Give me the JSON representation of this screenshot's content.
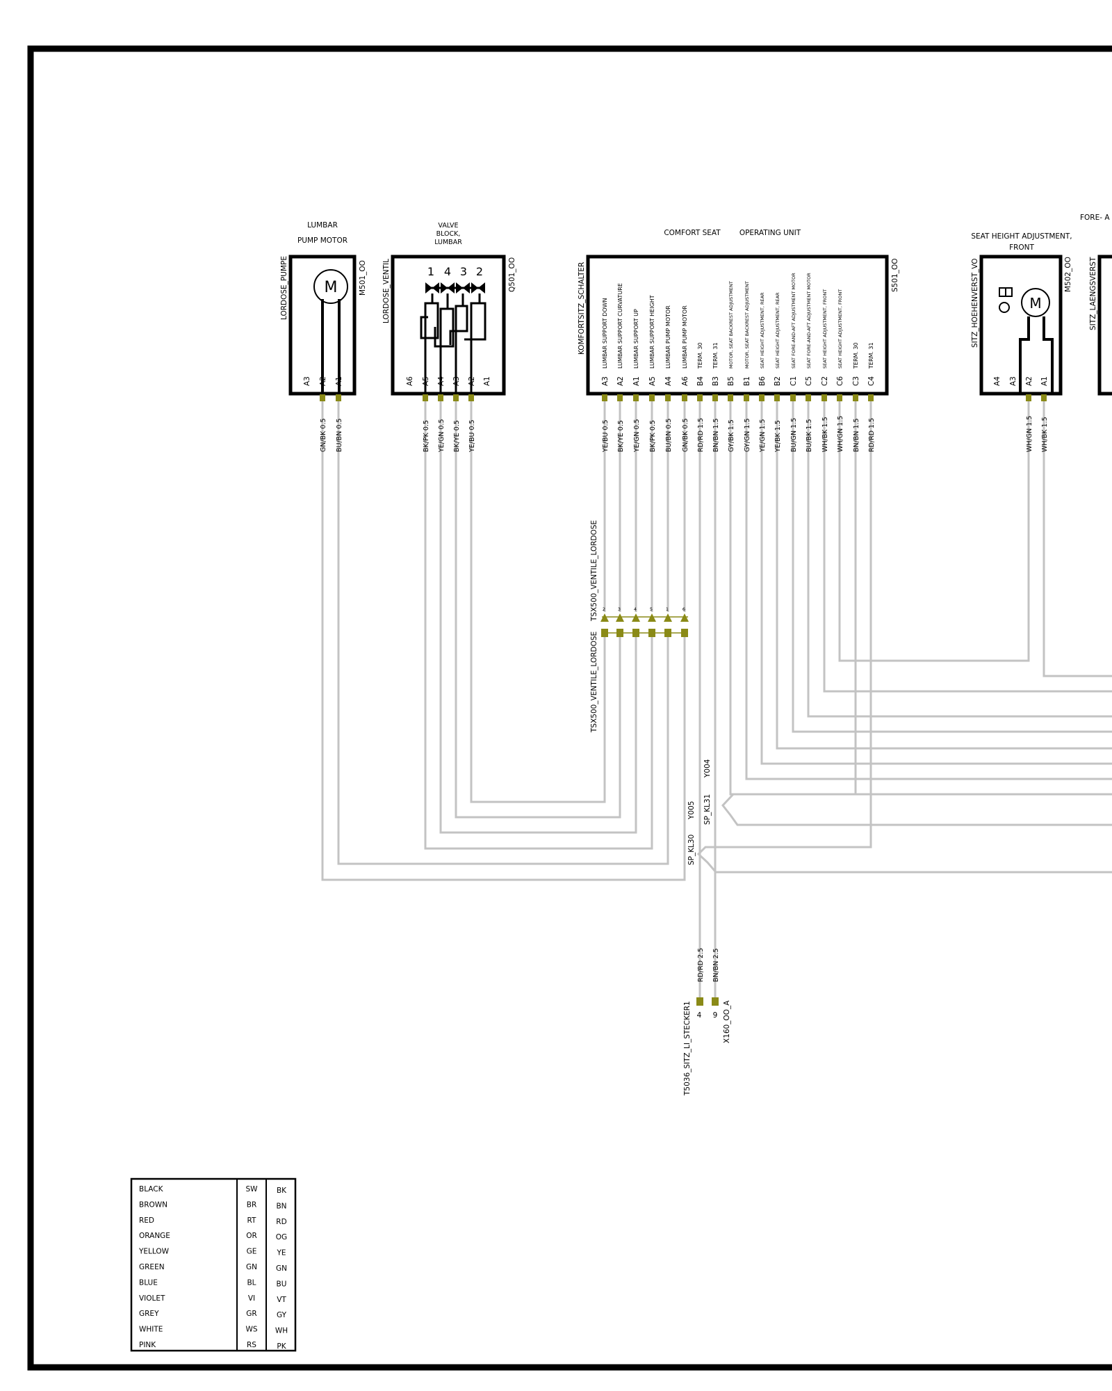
{
  "components": {
    "pump": {
      "title1": "LUMBAR",
      "title2": "PUMP MOTOR",
      "side_label": "LORDOSE_PUMPE",
      "ref": "M501_OO",
      "motor_symbol": "M",
      "pins": [
        "A3",
        "A2",
        "A1"
      ]
    },
    "valve": {
      "title1": "VALVE",
      "title2": "BLOCK,",
      "title3": "LUMBAR",
      "side_label": "LORDOSE_VENTIL",
      "ref": "Q501_OO",
      "valve_numbers": [
        "1",
        "4",
        "3",
        "2"
      ],
      "pins": [
        "A6",
        "A5",
        "A4",
        "A3",
        "A2",
        "A1"
      ]
    },
    "switch": {
      "title1": "COMFORT SEAT",
      "title2": "OPERATING UNIT",
      "side_label": "KOMFORTSITZ_SCHALTER",
      "ref": "S501_OO",
      "functions": [
        "LUMBAR SUPPORT DOWN",
        "LUMBAR SUPPORT CURVATURE",
        "LUMBAR SUPPORT UP",
        "LUMBAR SUPPORT HEIGHT",
        "LUMBAR PUMP MOTOR",
        "LUMBAR PUMP MOTOR",
        "TERM. 30",
        "TERM. 31",
        "MOTOR, SEAT BACKREST ADJUSTMENT",
        "MOTOR, SEAT BACKREST ADJUSTMENT",
        "SEAT HEIGHT ADJUSTMENT, REAR",
        "SEAT HEIGHT ADJUSTMENT, REAR",
        "SEAT FORE-AND-AFT ADJUSTMENT MOTOR",
        "SEAT FORE-AND-AFT ADJUSTMENT MOTOR",
        "SEAT HEIGHT ADJUSTMENT, FRONT",
        "SEAT HEIGHT ADJUSTMENT, FRONT",
        "TERM. 30",
        "TERM. 31"
      ],
      "pins": [
        "A3",
        "A2",
        "A1",
        "A5",
        "A4",
        "A6",
        "B4",
        "B3",
        "B5",
        "B1",
        "B6",
        "B2",
        "C1",
        "C5",
        "C2",
        "C6",
        "C3",
        "C4"
      ]
    },
    "height": {
      "title1": "SEAT HEIGHT ADJUSTMENT,",
      "title2": "FRONT",
      "side_label": "SITZ_HOEHENVERST_VO",
      "ref": "M502_OO",
      "motor_symbol": "M",
      "pins": [
        "A4",
        "A3",
        "A2",
        "A1"
      ]
    },
    "fore": {
      "title": "FORE- A",
      "side_label": "SITZ_LAENGSVERST"
    }
  },
  "wires": {
    "pump": [
      "GN/BK 0.5",
      "BU/BN 0.5"
    ],
    "valve": [
      "BK/PK 0.5",
      "YE/GN 0.5",
      "BK/YE 0.5",
      "YE/BU 0.5"
    ],
    "switch": [
      "YE/BU 0.5",
      "BK/YE 0.5",
      "YE/GN 0.5",
      "BK/PK 0.5",
      "BU/BN 0.5",
      "GN/BK 0.5",
      "RD/RD 1.5",
      "BN/BN 1.5",
      "GY/BK 1.5",
      "GY/GN 1.5",
      "YE/GN 1.5",
      "YE/BK 1.5",
      "BU/GN 1.5",
      "BU/BK 1.5",
      "WH/BK 1.5",
      "WH/GN 1.5",
      "BN/BN 1.5",
      "RD/RD 1.5"
    ],
    "height": [
      "WH/GN 1.5",
      "WH/BK 1.5"
    ],
    "supply": [
      "RD/RD 2.5",
      "BN/BN 2.5"
    ]
  },
  "connectors": {
    "tsx_top": "TSX500_VENTILE_LORDOSE",
    "tsx_bottom": "TSX500_VENTILE_LORDOSE",
    "tsx_pins": [
      "2",
      "3",
      "4",
      "5",
      "1",
      "6"
    ],
    "y004": "Y004",
    "y005": "Y005",
    "sp_kl31": "SP_KL31",
    "sp_kl30": "SP_KL30",
    "stecker": "T5036_SITZ_LI_STECKER1",
    "x160": "X160_OO_A",
    "supply_pins": [
      "4",
      "9"
    ]
  },
  "legend": [
    {
      "name": "BLACK",
      "de": "SW",
      "en": "BK"
    },
    {
      "name": "BROWN",
      "de": "BR",
      "en": "BN"
    },
    {
      "name": "RED",
      "de": "RT",
      "en": "RD"
    },
    {
      "name": "ORANGE",
      "de": "OR",
      "en": "OG"
    },
    {
      "name": "YELLOW",
      "de": "GE",
      "en": "YE"
    },
    {
      "name": "GREEN",
      "de": "GN",
      "en": "GN"
    },
    {
      "name": "BLUE",
      "de": "BL",
      "en": "BU"
    },
    {
      "name": "VIOLET",
      "de": "VI",
      "en": "VT"
    },
    {
      "name": "GREY",
      "de": "GR",
      "en": "GY"
    },
    {
      "name": "WHITE",
      "de": "WS",
      "en": "WH"
    },
    {
      "name": "PINK",
      "de": "RS",
      "en": "PK"
    }
  ],
  "colors": {
    "wire": "#c3c3c3",
    "pin": "#8a8a17",
    "line": "#000000"
  }
}
